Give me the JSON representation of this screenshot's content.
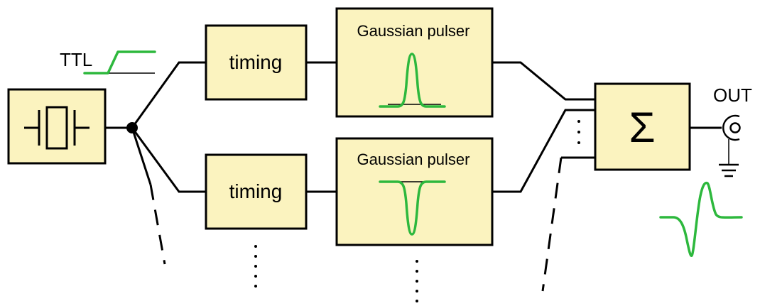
{
  "labels": {
    "ttl": "TTL",
    "timing_top": "timing",
    "timing_bottom": "timing",
    "pulser_top": "Gaussian pulser",
    "pulser_bottom": "Gaussian pulser",
    "sum_symbol": "Σ",
    "out": "OUT"
  },
  "colors": {
    "box_fill": "#fbf3bf",
    "waveform": "#2db83d",
    "stroke": "#000000"
  },
  "icons": {
    "oscillator": "crystal-oscillator-icon",
    "output": "coaxial-connector-icon",
    "ground": "ground-icon"
  }
}
